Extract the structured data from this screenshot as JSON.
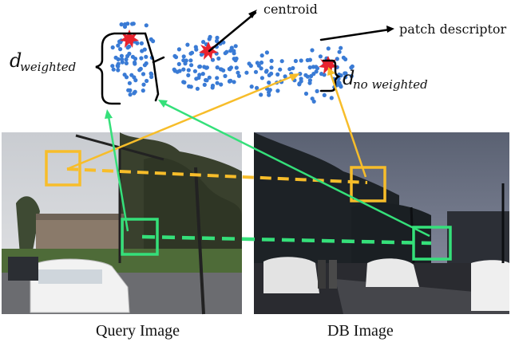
{
  "annotations": {
    "centroid": "centroid",
    "patch_descriptor": "patch descriptor",
    "d_weighted_base": "d",
    "d_weighted_sub": "weighted",
    "d_noweighted_base": "d",
    "d_noweighted_sub": "no weighted"
  },
  "captions": {
    "query": "Query Image",
    "db": "DB Image"
  },
  "colors": {
    "descriptor_dot": "#3a7bd5",
    "centroid_star": "#e8232e",
    "green_match": "#35e07a",
    "yellow_match": "#f7bd2a",
    "bracket": "#000000"
  }
}
